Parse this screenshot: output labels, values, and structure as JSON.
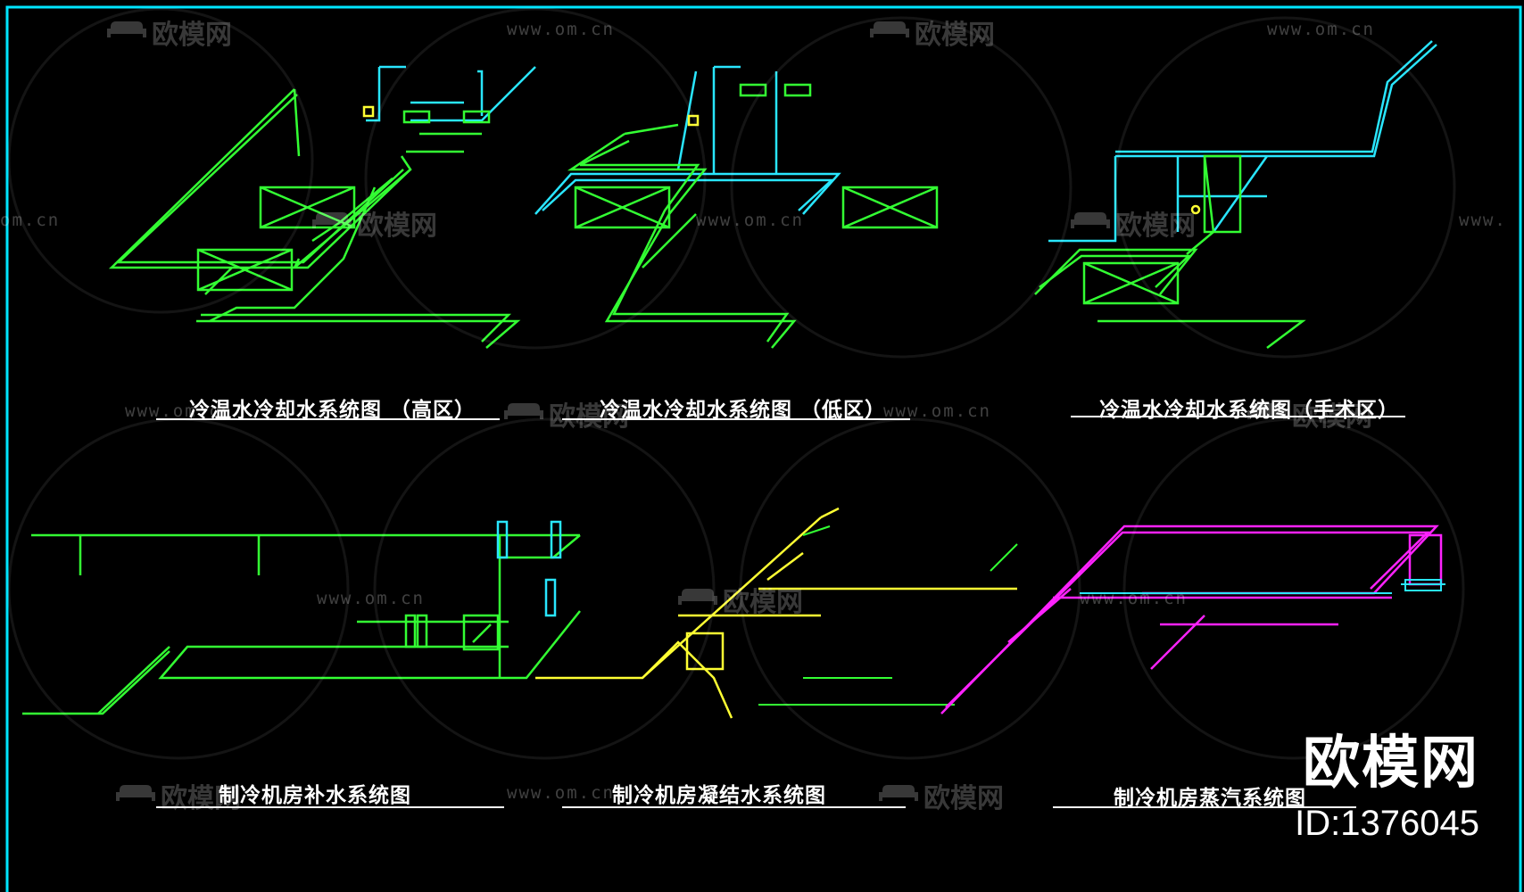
{
  "diagrams": [
    {
      "title": "冷温水冷却水系统图 （高区）"
    },
    {
      "title": "冷温水冷却水系统图 （低区）"
    },
    {
      "title": "冷温水冷却水系统图（手术区）"
    },
    {
      "title": "制冷机房补水系统图"
    },
    {
      "title": "制冷机房凝结水系统图"
    },
    {
      "title": "制冷机房蒸汽系统图"
    }
  ],
  "watermark": {
    "brand_text": "欧模网",
    "url_text": "www.om.cn",
    "url_fragment_left": "om.cn",
    "url_fragment_right": "www."
  },
  "brand_mark": {
    "name": "欧模网",
    "id_label": "ID:1376045"
  },
  "colors": {
    "background": "#000000",
    "frame": "#00e5ff",
    "green_pipe": "#33ff33",
    "cyan_pipe": "#29e6ff",
    "yellow_pipe": "#ffff33",
    "magenta_pipe": "#ff22ff",
    "equipment_box": "#33ff33",
    "titles": "#ffffff"
  },
  "icons": [
    "sofa-logo-icon"
  ]
}
